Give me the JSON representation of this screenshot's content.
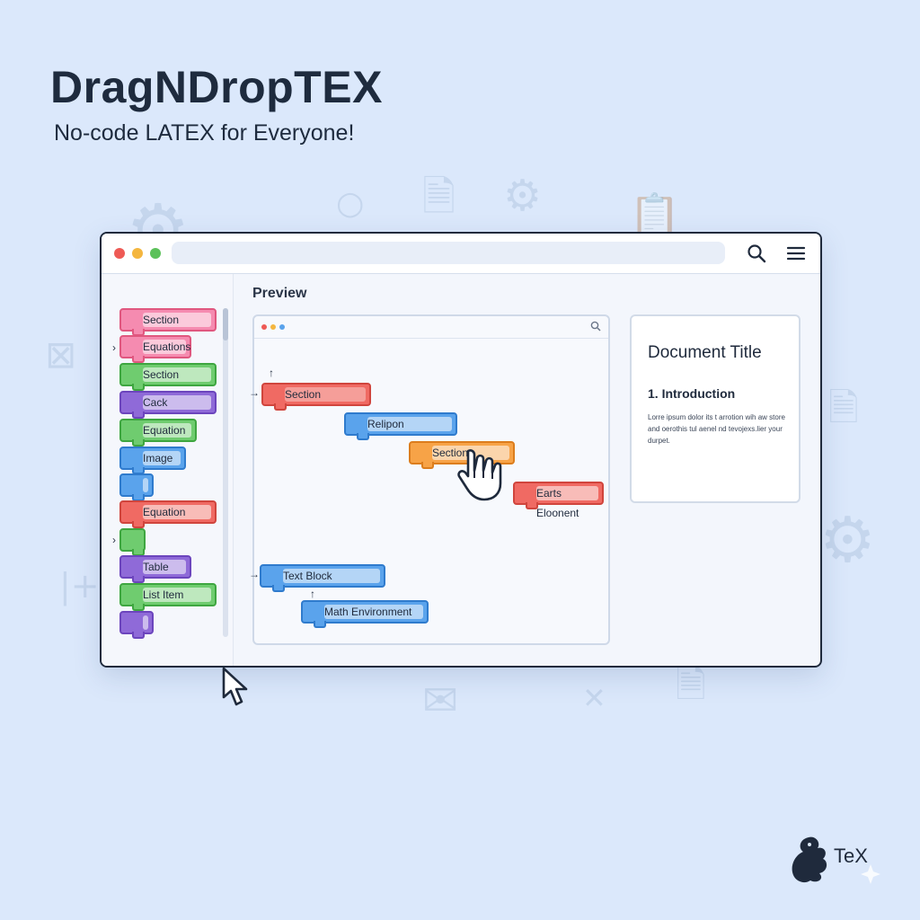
{
  "header": {
    "title": "DragNDropTEX",
    "subtitle": "No-code LATEX for Everyone!"
  },
  "window": {
    "traffic_lights": [
      "#ee5a55",
      "#f4b63f",
      "#5cc15a"
    ],
    "icons": [
      "search-icon",
      "menu-icon"
    ]
  },
  "sidebar": {
    "blocks": [
      {
        "label": "Section",
        "color": "pink"
      },
      {
        "label": "Equations",
        "color": "pink"
      },
      {
        "label": "Section",
        "color": "green"
      },
      {
        "label": "Cack",
        "color": "purple"
      },
      {
        "label": "Equation",
        "color": "green"
      },
      {
        "label": "Image",
        "color": "blue"
      },
      {
        "label": "",
        "color": "blue"
      },
      {
        "label": "Equation",
        "color": "red"
      },
      {
        "label": "",
        "color": "green"
      },
      {
        "label": "Table",
        "color": "purple"
      },
      {
        "label": "List Item",
        "color": "green"
      },
      {
        "label": "",
        "color": "purple"
      }
    ]
  },
  "preview": {
    "label": "Preview",
    "blocks": [
      {
        "label": "Section",
        "color": "red"
      },
      {
        "label": "Relipon",
        "color": "blue"
      },
      {
        "label": "Section",
        "color": "orange"
      },
      {
        "label": "Earts Eloonent",
        "color": "red"
      },
      {
        "label": "Text Block",
        "color": "blue"
      },
      {
        "label": "Math Environment",
        "color": "blue"
      }
    ]
  },
  "document": {
    "title": "Document Title",
    "section": "1. Introduction",
    "body": "Lorre ipsum dolor its t arrotion wih aw store and oerothis tul aenel nd tevojexs.lier your durpet."
  },
  "brand": {
    "text": "TeX"
  }
}
